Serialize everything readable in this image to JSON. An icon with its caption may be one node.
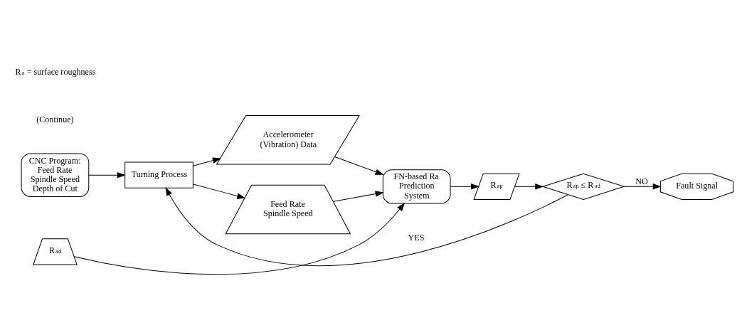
{
  "diagram": {
    "nodes": [
      {
        "text": [
          "CNC Program: Feed Rate Spindle Speed Depth of Cut"
        ]
      },
      {
        "text": [
          "Turning Process"
        ]
      },
      {
        "text": [
          "Accelerometer (Vibration) Data"
        ]
      },
      {
        "text": [
          "Feed Rate Spindle Speed"
        ]
      },
      {
        "text": [
          "FN-based Ra Prediction System"
        ]
      },
      {
        "text": [
          "R$_{a}$$^{p}$"
        ]
      },
      {
        "text": [
          "R$_{a}$$^{d}$"
        ]
      },
      {
        "text": [
          "R$_{a}$$^{p}$ ≤ R$_{a}$$^{d}$"
        ]
      },
      {
        "text": [
          "Fault Signal"
        ]
      }
    ],
    "edges": [
      {
        "from": 0,
        "to": 1,
        "arrow": "to"
      },
      {
        "from": 1,
        "to": 2,
        "arrow": "to"
      },
      {
        "from": 1,
        "to": 3,
        "arrow": "to"
      },
      {
        "from": 2,
        "to": 4,
        "arrow": "to"
      },
      {
        "from": 3,
        "to": 4,
        "arrow": "to"
      },
      {
        "from": 4,
        "to": 5,
        "arrow": "to"
      },
      {
        "from": 6,
        "to": 4,
        "arrow": "to"
      },
      {
        "from": 5,
        "to": 7,
        "arrow": "to"
      },
      {
        "from": 7,
        "to": 8,
        "arrow": "to",
        "label": "NO"
      },
      {
        "from": 7,
        "to": 1,
        "arrow": "to",
        "label": "YES"
      }
    ],
    "labels": [
      "(Continue)",
      "R$_{a}$ = surface roughness"
    ]
  }
}
